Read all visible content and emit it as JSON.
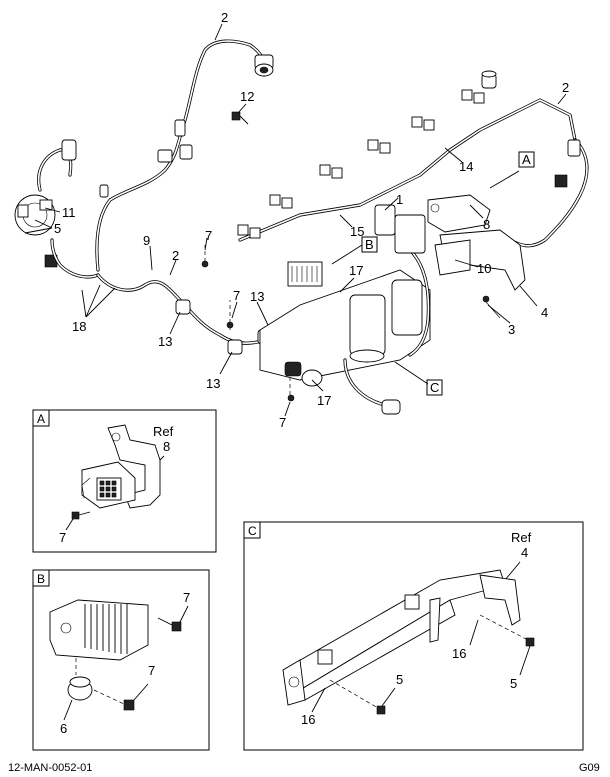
{
  "main_callouts": {
    "c2_top": "2",
    "c12": "12",
    "c2_right": "2",
    "c14": "14",
    "cA_main": "A",
    "c11": "11",
    "c5_left": "5",
    "c1": "1",
    "c8": "8",
    "c15": "15",
    "c7_a": "7",
    "c9": "9",
    "c2_mid": "2",
    "cB_main": "B",
    "c10": "10",
    "c4": "4",
    "c7_b": "7",
    "c13_a": "13",
    "c17_a": "17",
    "c3": "3",
    "c18": "18",
    "c13_b": "13",
    "c13_c": "13",
    "cC_main": "C",
    "c17_b": "17",
    "c7_c": "7"
  },
  "detail_a": {
    "label": "A",
    "ref": "Ref",
    "ref_num": "8",
    "callout_7": "7"
  },
  "detail_b": {
    "label": "B",
    "callout_7_top": "7",
    "callout_7_bottom": "7",
    "callout_6": "6"
  },
  "detail_c": {
    "label": "C",
    "ref": "Ref",
    "ref_num": "4",
    "callout_16_right": "16",
    "callout_5_right": "5",
    "callout_5_bottom": "5",
    "callout_16_bottom": "16"
  },
  "footer": {
    "doc_id": "12-MAN-0052-01",
    "page_code": "G09"
  }
}
